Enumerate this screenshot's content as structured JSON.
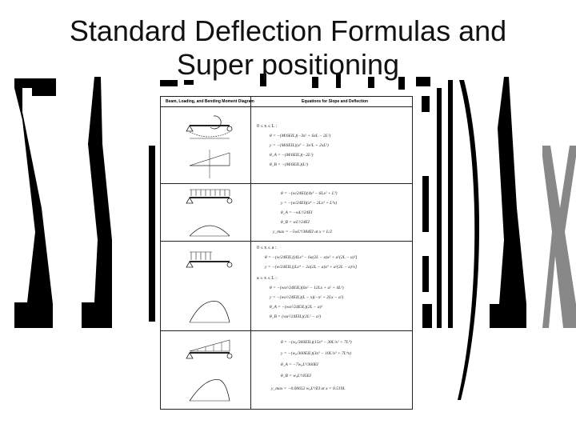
{
  "slide": {
    "title_line1": "Standard Deflection Formulas and",
    "title_line2": "Super positioning"
  },
  "doc": {
    "col_left": "Beam, Loading, and Bending Moment Diagram",
    "col_right": "Equations for Slope and Deflection",
    "sections": [
      {
        "range": "0 ≤ x ≤ L :",
        "equations": [
          "θ = −(M/6EIL)(−3x² + 6xL − 2L²)",
          "y = −(M/6EIL)(x³ − 3x²L + 2xL²)",
          "θ_A = −(M/6EIL)(−2L²)",
          "θ_B = −(M/6EIL)(L²)"
        ]
      },
      {
        "range": "",
        "equations": [
          "θ = −(w/24EI)(4x³ − 6Lx² + L³)",
          "y = −(w/24EI)(x⁴ − 2Lx³ + L³x)",
          "θ_A = −wL³/24EI",
          "θ_B = wL³/24EI",
          "y_max = −5wL⁴/384EI  at x = L/2"
        ]
      },
      {
        "range": "0 ≤ x ≤ a :",
        "equations": [
          "θ = −(w/24EIL)[4Lx³ − 6a(2L − a)x² + a²(2L − a)²]",
          "y = −(w/24EIL)[Lx⁴ − 2a(2L − a)x³ + a²(2L − a)²x]"
        ],
        "range2": "a ≤ x ≤ L :",
        "equations2": [
          "θ = −(wa²/24EIL)(6x² − 12Lx + a² + 4L²)",
          "y = −(wa²/24EIL)(L − x)(−x² + 2Lx − a²)",
          "θ_A = −(wa²/24EIL)(2L − a)²",
          "θ_B = (wa²/24EIL)(2L² − a²)"
        ]
      },
      {
        "range": "",
        "equations": [
          "θ = −(w₀/360EIL)(15x⁴ − 30L²x² + 7L⁴)",
          "y = −(w₀/360EIL)(3x⁵ − 10L²x³ + 7L⁴x)",
          "θ_A = −7w₀L³/360EI",
          "θ_B = w₀L³/45EI",
          "y_max = −0.00652 w₀L⁴/EI  at x = 0.519L"
        ]
      }
    ]
  }
}
